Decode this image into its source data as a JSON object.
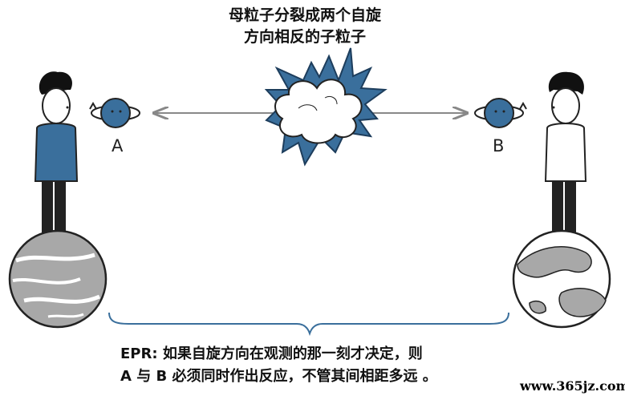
{
  "title": {
    "line1": "母粒子分裂成两个自旋",
    "line2": "方向相反的子粒子"
  },
  "particles": {
    "a_label": "A",
    "b_label": "B",
    "color": "#3a6f9c"
  },
  "caption": {
    "line1": "EPR: 如果自旋方向在观测的那一刻才决定，则",
    "line2": "A 与 B 必须同时作出反应，不管其间相距多远 。"
  },
  "watermark": "www.365jz.com",
  "colors": {
    "left_person_shirt": "#3a6f9c",
    "right_person_shirt": "#ffffff",
    "burst": "#3a6f9c",
    "brace": "#3a6f9c",
    "arrow": "#888888"
  },
  "icons": [
    "person",
    "spinning-particle",
    "explosion-burst",
    "planet",
    "earth-globe",
    "brace"
  ]
}
